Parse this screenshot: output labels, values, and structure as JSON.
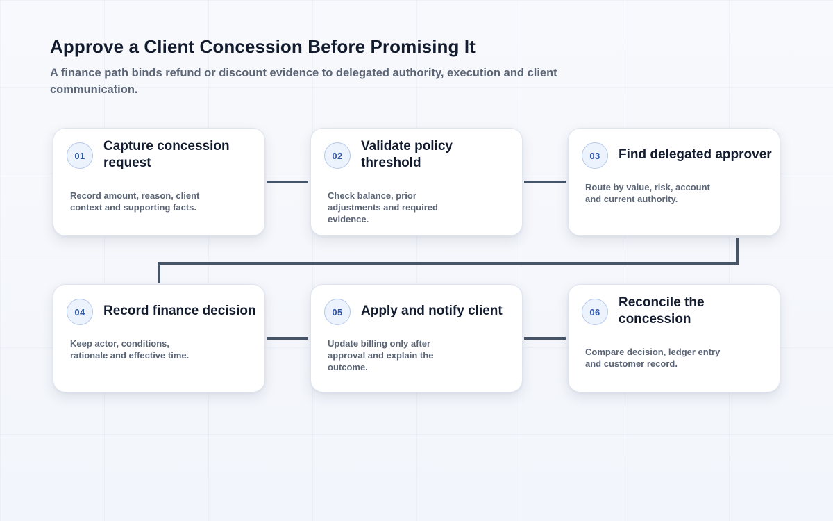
{
  "header": {
    "title": "Approve a Client Concession Before Promising It",
    "subtitle": "A finance path binds refund or discount evidence to delegated authority, execution and client communication."
  },
  "steps": [
    {
      "number": "01",
      "title": "Capture concession request",
      "description": "Record amount, reason, client context and supporting facts."
    },
    {
      "number": "02",
      "title": "Validate policy threshold",
      "description": "Check balance, prior adjustments and required evidence."
    },
    {
      "number": "03",
      "title": "Find delegated approver",
      "description": "Route by value, risk, account and current authority."
    },
    {
      "number": "04",
      "title": "Record finance decision",
      "description": "Keep actor, conditions, rationale and effective time."
    },
    {
      "number": "05",
      "title": "Apply and notify client",
      "description": "Update billing only after approval and explain the outcome."
    },
    {
      "number": "06",
      "title": "Reconcile the concession",
      "description": "Compare decision, ledger entry and customer record."
    }
  ],
  "colors": {
    "connector": "#475569",
    "badge_text": "#2f57a8",
    "badge_border": "#b4c9ec",
    "title_text": "#131c2e",
    "body_text": "#5b6576"
  }
}
